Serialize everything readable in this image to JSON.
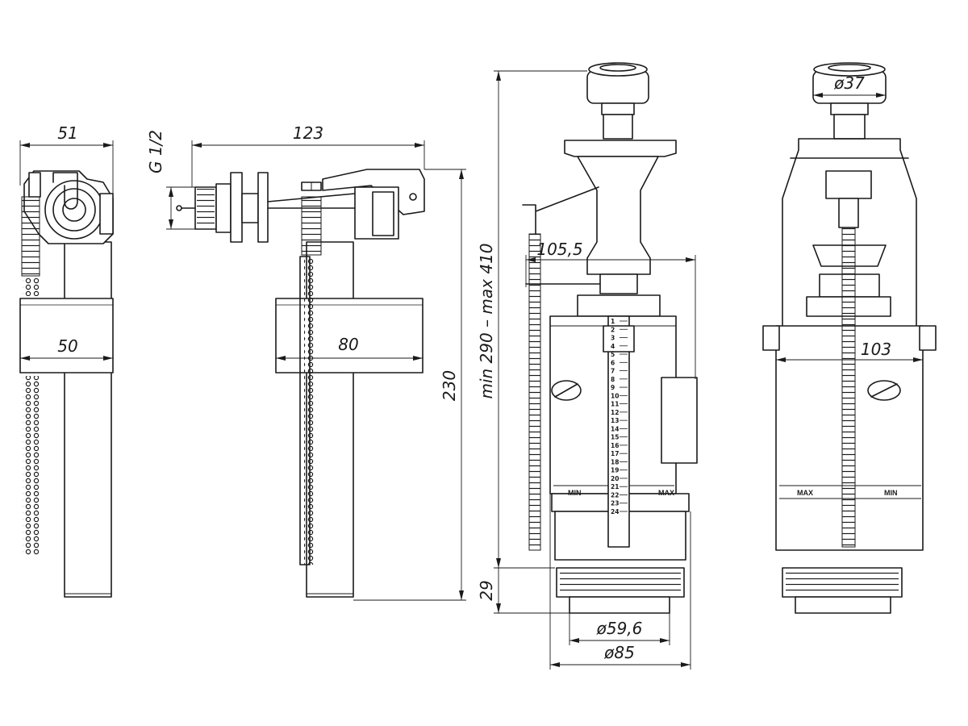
{
  "dimensions": {
    "valve_width": "51",
    "float_width": "50",
    "valve_length": "123",
    "thread_size": "G 1/2",
    "float_length": "80",
    "valve_height": "230",
    "float_arm_reach": "105,5",
    "adjust_range": "min 290 – max 410",
    "thread_height": "29",
    "inner_diameter": "ø59,6",
    "outer_diameter": "ø85",
    "button_diameter": "ø37",
    "body_width": "103"
  },
  "markings": {
    "min_left": "MIN",
    "max_left": "MAX",
    "min_right": "MIN",
    "max_right": "MAX"
  },
  "scale_numbers": [
    "1",
    "2",
    "3",
    "4",
    "5",
    "6",
    "7",
    "8",
    "9",
    "10",
    "11",
    "12",
    "13",
    "14",
    "15",
    "16",
    "17",
    "18",
    "19",
    "20",
    "21",
    "22",
    "23",
    "24"
  ],
  "icons": {
    "logo": "aniplast-logo-icon",
    "cap": "push-button-icon"
  }
}
